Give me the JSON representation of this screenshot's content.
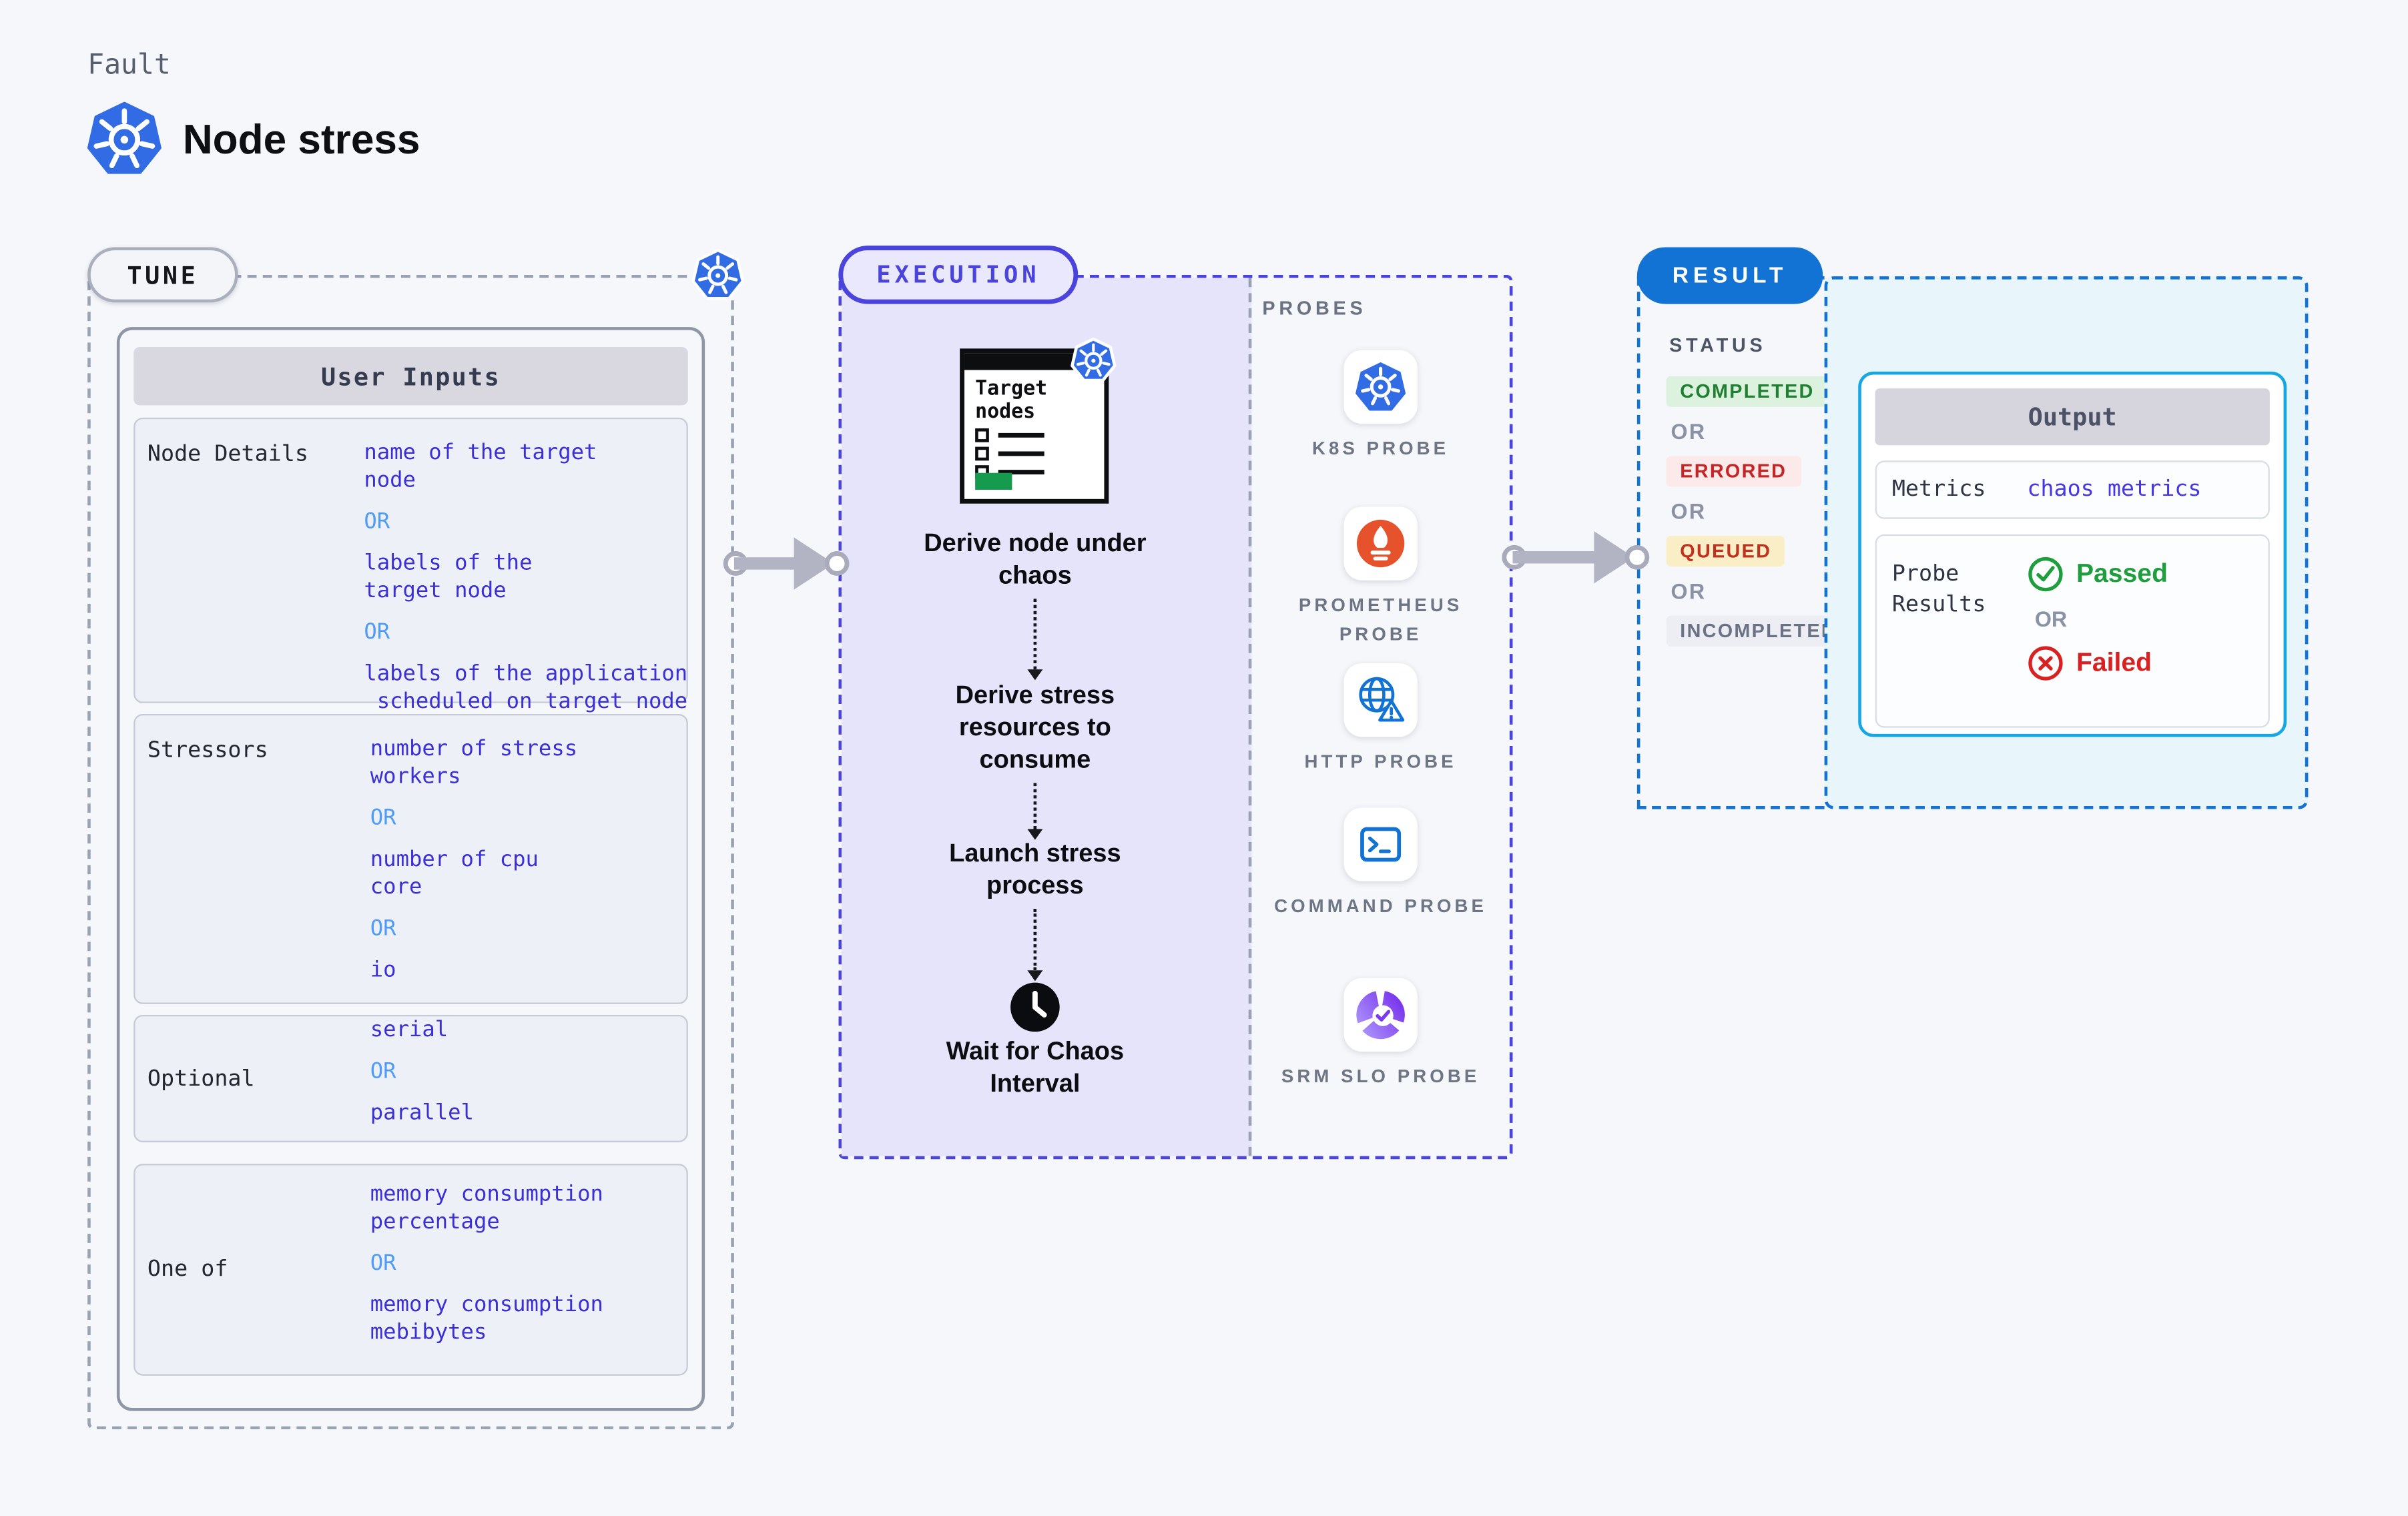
{
  "header": {
    "eyebrow": "Fault",
    "title": "Node stress"
  },
  "tune": {
    "label": "TUNE",
    "panel_header": "User Inputs",
    "rows": [
      {
        "label": "Node Details",
        "items": [
          {
            "type": "value",
            "text": "name of the target\nnode"
          },
          {
            "type": "or",
            "text": "OR"
          },
          {
            "type": "value",
            "text": "labels of the\ntarget node"
          },
          {
            "type": "or",
            "text": "OR"
          },
          {
            "type": "value",
            "text": "labels of the application\n scheduled on target node"
          }
        ]
      },
      {
        "label": "Stressors",
        "items": [
          {
            "type": "value",
            "text": "number of stress\nworkers"
          },
          {
            "type": "or",
            "text": "OR"
          },
          {
            "type": "value",
            "text": "number of cpu\ncore"
          },
          {
            "type": "or",
            "text": "OR"
          },
          {
            "type": "value",
            "text": "io"
          }
        ]
      },
      {
        "label": "Optional",
        "items": [
          {
            "type": "value",
            "text": "serial"
          },
          {
            "type": "or",
            "text": "OR"
          },
          {
            "type": "value",
            "text": "parallel"
          }
        ]
      },
      {
        "label": "One of",
        "items": [
          {
            "type": "value",
            "text": "memory consumption\npercentage"
          },
          {
            "type": "or",
            "text": "OR"
          },
          {
            "type": "value",
            "text": "memory consumption\nmebibytes"
          }
        ]
      }
    ]
  },
  "execution": {
    "label": "EXECUTION",
    "clipboard_title": "Target\nnodes",
    "steps": [
      "Derive node under chaos",
      "Derive stress resources to consume",
      "Launch stress process"
    ],
    "final_step": "Wait for Chaos Interval"
  },
  "probes": {
    "label": "PROBES",
    "items": [
      {
        "name": "K8S PROBE",
        "icon": "kubernetes-icon"
      },
      {
        "name": "PROMETHEUS PROBE",
        "icon": "prometheus-icon"
      },
      {
        "name": "HTTP PROBE",
        "icon": "globe-alert-icon"
      },
      {
        "name": "COMMAND PROBE",
        "icon": "terminal-icon"
      },
      {
        "name": "SRM SLO PROBE",
        "icon": "slo-gauge-icon"
      }
    ]
  },
  "result": {
    "label": "RESULT",
    "status_label": "STATUS",
    "or_label": "OR",
    "statuses": [
      {
        "text": "COMPLETED",
        "fg": "#1e8030",
        "bg": "#dcf2df"
      },
      {
        "text": "ERRORED",
        "fg": "#c52525",
        "bg": "#fce9e9"
      },
      {
        "text": "QUEUED",
        "fg": "#c0321f",
        "bg": "#faeec6"
      },
      {
        "text": "INCOMPLETED",
        "fg": "#6b7286",
        "bg": "#eceef3"
      }
    ],
    "output": {
      "header": "Output",
      "metrics_label": "Metrics",
      "metrics_value": "chaos metrics",
      "probe_results_label": "Probe Results",
      "passed": "Passed",
      "or": "OR",
      "failed": "Failed",
      "passed_color": "#1f9e3d",
      "failed_color": "#d92121",
      "metrics_value_color": "#4636e4"
    }
  },
  "colors": {
    "page_bg": "#f6f7fa",
    "accent_indigo": "#4b44dc",
    "accent_blue": "#1273d4",
    "accent_cyan": "#14a7e3",
    "value_indigo": "#3b2fd6",
    "or_blue": "#4f9cf8",
    "lavender_fill": "#e6e4fa",
    "cyan_fill": "#e8f6fc",
    "kubernetes_blue": "#326ce5",
    "prometheus_orange": "#e6522c",
    "slo_purple": "#7c3aed",
    "clipboard_green": "#169a4e"
  }
}
